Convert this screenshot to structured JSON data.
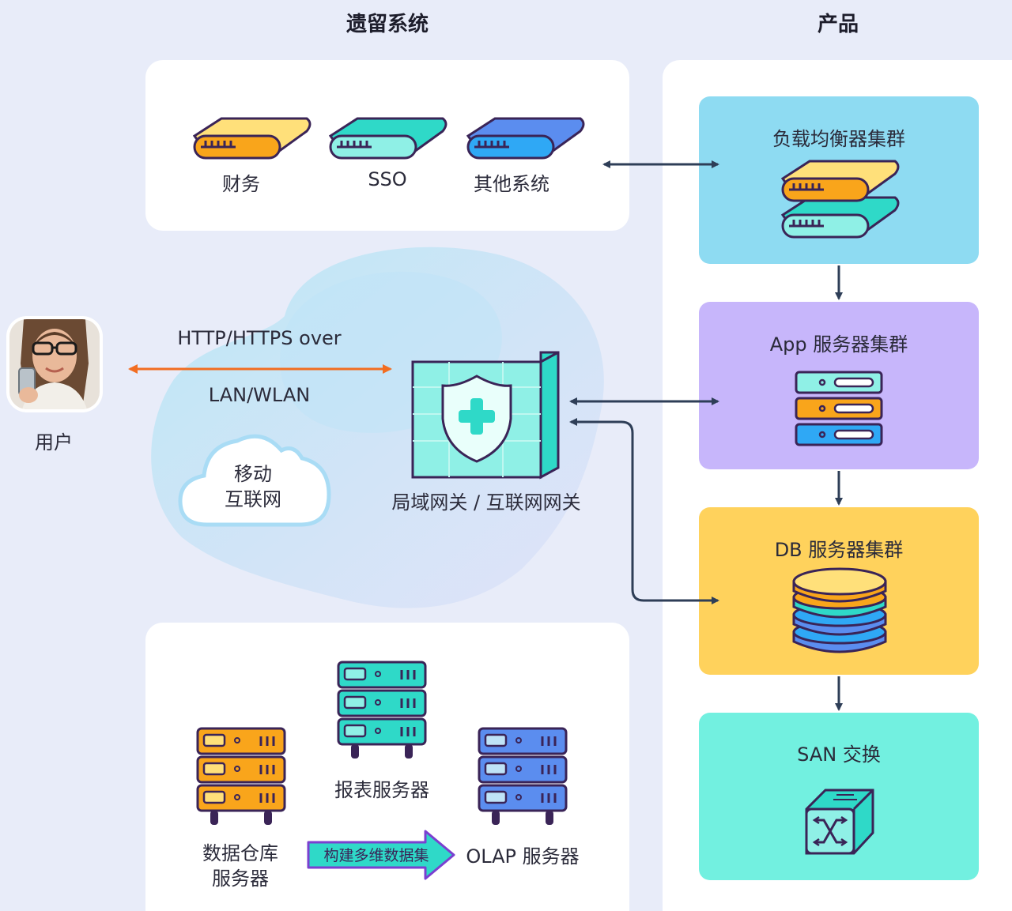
{
  "headings": {
    "legacy": "遗留系统",
    "product": "产品"
  },
  "legacy_systems": [
    {
      "label": "财务",
      "color": "#f9a51b"
    },
    {
      "label": "SSO",
      "color": "#2fd9c8"
    },
    {
      "label": "其他系统",
      "color": "#3a8cf0"
    }
  ],
  "user": {
    "label": "用户"
  },
  "connection": {
    "line1": "HTTP/HTTPS over",
    "line2": "LAN/WLAN"
  },
  "cloud": {
    "line1": "移动",
    "line2": "互联网"
  },
  "gateway": {
    "label": "局域网关 / 互联网网关"
  },
  "clusters": {
    "load_balancer": {
      "title": "负载均衡器集群",
      "color": "#8edbf2"
    },
    "app": {
      "title": "App 服务器集群",
      "color": "#c7b6fb"
    },
    "db": {
      "title": "DB 服务器集群",
      "color": "#ffd25c"
    },
    "san": {
      "title": "SAN 交换",
      "color": "#72f0e0"
    }
  },
  "data_services": {
    "report": "报表服务器",
    "warehouse_line1": "数据仓库",
    "warehouse_line2": "服务器",
    "olap": "OLAP 服务器",
    "build_arrow": "构建多维数据集"
  }
}
